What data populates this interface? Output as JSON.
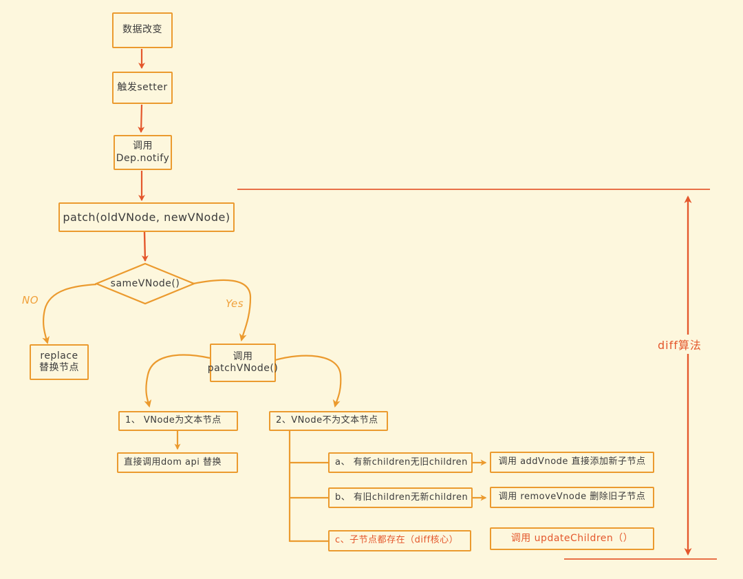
{
  "diagram": {
    "title_text": "",
    "colors": {
      "background": "#fdf7dd",
      "box_border": "#eb9a2e",
      "arrow_red": "#e4572c",
      "arrow_orange": "#eb9a2e",
      "text": "#3b3b3b",
      "accent_text": "#e4572c",
      "edge_label": "#f0a03a"
    },
    "nodes": {
      "data_change": {
        "line1": "数据改变"
      },
      "trigger_setter": {
        "line1": "触发setter"
      },
      "dep_notify": {
        "line1": "调用",
        "line2": "Dep.notify"
      },
      "patch": {
        "line1": "patch(oldVNode, newVNode)"
      },
      "same_vnode": {
        "line1": "sameVNode()"
      },
      "replace": {
        "line1": "replace",
        "line2": "替换节点"
      },
      "patch_vnode": {
        "line1": "调用",
        "line2": "patchVNode()"
      },
      "branch1": {
        "line1": "1、 VNode为文本节点"
      },
      "branch1_action": {
        "line1": "直接调用dom api 替换"
      },
      "branch2": {
        "line1": "2、VNode不为文本节点"
      },
      "case_a": {
        "line1": "a、 有新children无旧children"
      },
      "case_a_action": {
        "line1": "调用 addVnode 直接添加新子节点"
      },
      "case_b": {
        "line1": "b、 有旧children无新children"
      },
      "case_b_action": {
        "line1": "调用 removeVnode 删除旧子节点"
      },
      "case_c": {
        "line1": "c、子节点都存在（diff核心）"
      },
      "case_c_action": {
        "line1": "调用 updateChildren（）"
      }
    },
    "edge_labels": {
      "no": "NO",
      "yes": "Yes"
    },
    "bracket": {
      "label": "diff算法"
    }
  }
}
